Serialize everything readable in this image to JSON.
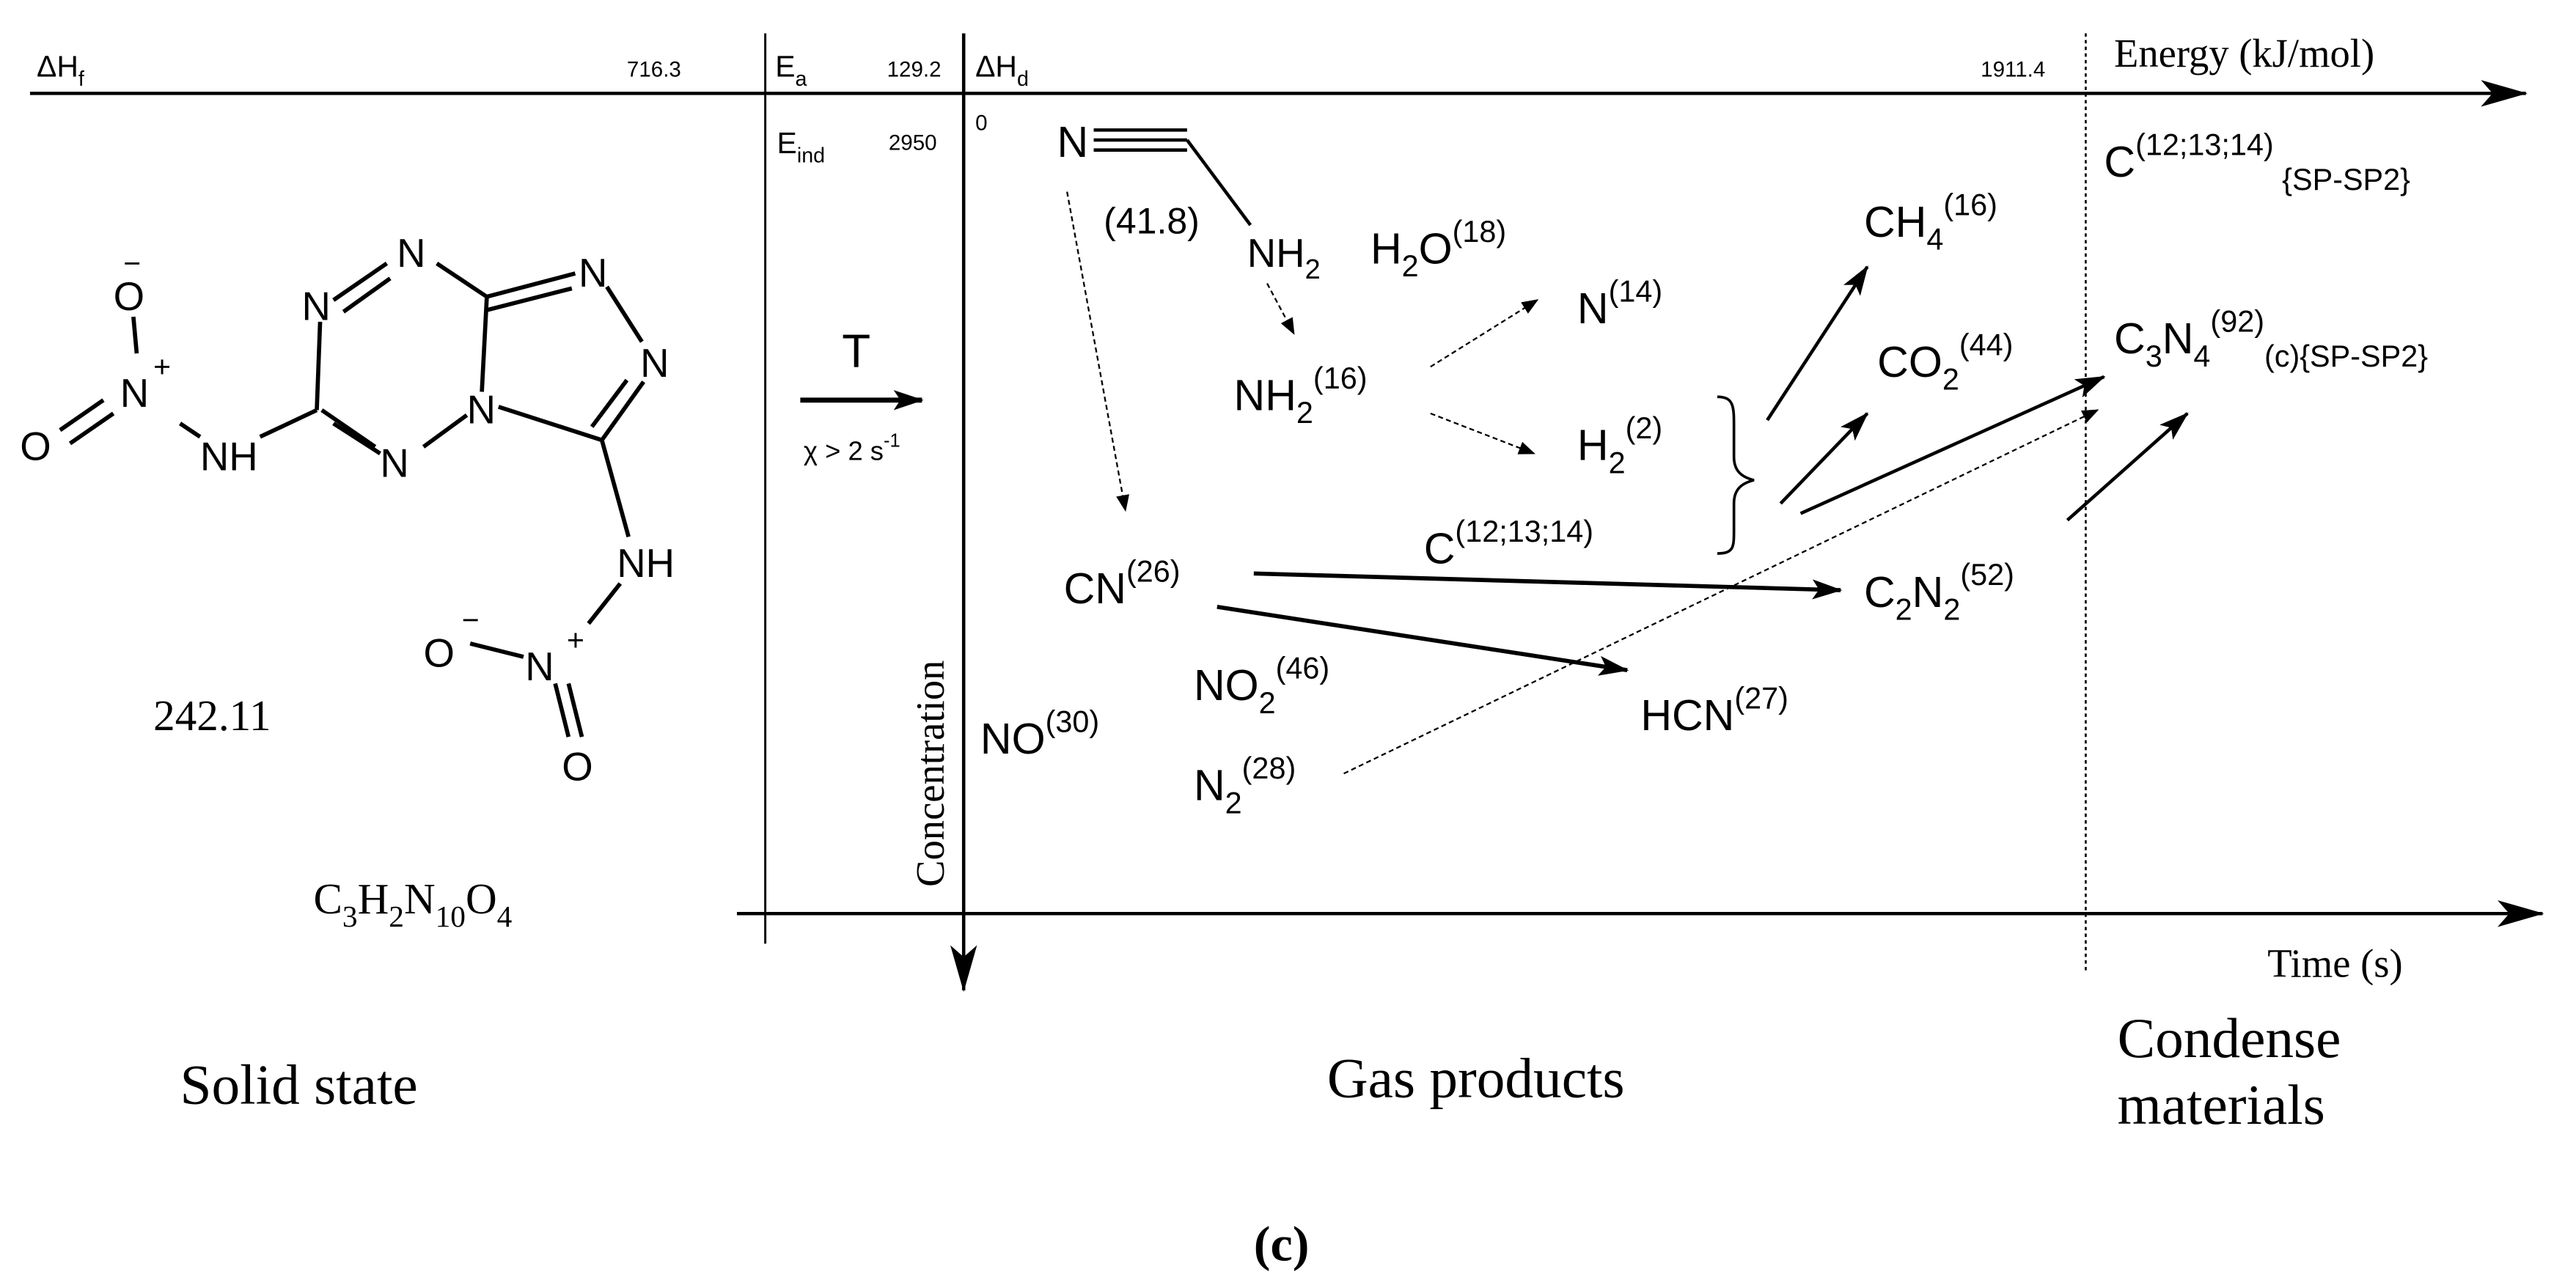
{
  "header": {
    "dh_f": "ΔHf",
    "dh_f_value": "716.3",
    "e_a": "Ea",
    "e_a_value": "129.2",
    "dh_d": "ΔHd",
    "dh_d_value": "1911.4",
    "e_ind": "Eind",
    "e_ind_value": "2950",
    "zero": "0",
    "energy_axis_label": "Energy (kJ/mol)"
  },
  "axes": {
    "time": "Time (s)",
    "concentration": "Concentration"
  },
  "trigger": {
    "label": "T",
    "rate": "χ > 2 s-1"
  },
  "reactant": {
    "formula": "C3H2N10O4",
    "mass": "242.11"
  },
  "molecule_atoms": [
    "N",
    "N",
    "N",
    "N",
    "N",
    "N",
    "N",
    "N",
    "NH",
    "NH",
    "O",
    "O",
    "O",
    "O",
    "+",
    "+",
    "−",
    "−"
  ],
  "species": {
    "cyanamide_n": "N",
    "cyanamide_nh2": "NH2",
    "cyanamide_value": "(41.8)",
    "h2o": "H2O(18)",
    "nh2": "NH2(16)",
    "n": "N(14)",
    "h2": "H2(2)",
    "c": "C(12;13;14)",
    "cn": "CN(26)",
    "no2": "NO2(46)",
    "no": "NO(30)",
    "n2": "N2(28)",
    "hcn": "HCN(27)",
    "ch4": "CH4(16)",
    "co2": "CO2(44)",
    "c2n2": "C2N2(52)"
  },
  "condensed": {
    "carbon": "C(12;13;14) {SP-SP2}",
    "c3n4": "C3N4(92) (c){SP-SP2}"
  },
  "regions": {
    "solid": "Solid state",
    "gas": "Gas products",
    "condensed": "Condense materials"
  },
  "caption": "(c)"
}
